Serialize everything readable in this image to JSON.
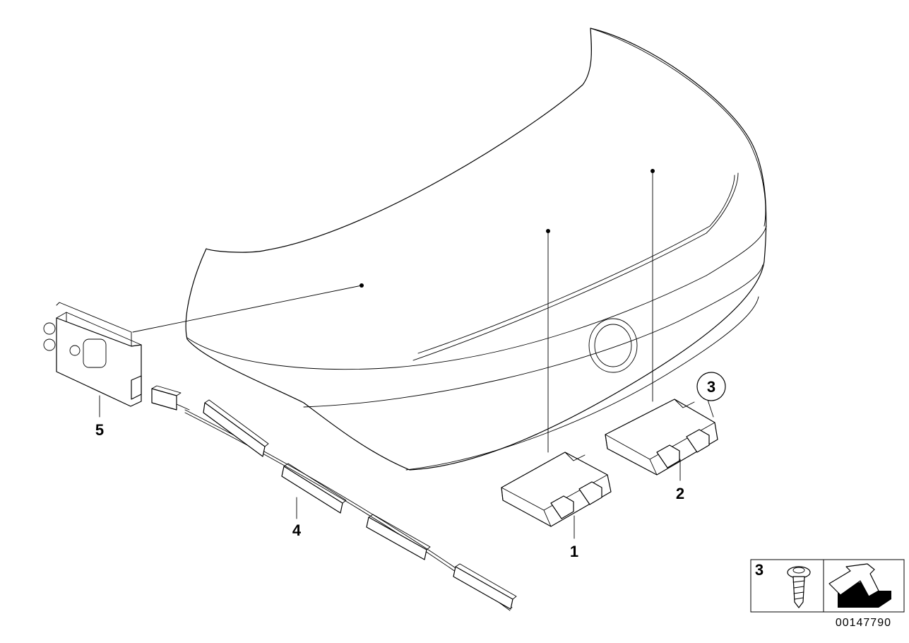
{
  "callouts": [
    {
      "id": "1",
      "label": "1"
    },
    {
      "id": "2",
      "label": "2"
    },
    {
      "id": "3",
      "label": "3"
    },
    {
      "id": "4",
      "label": "4"
    },
    {
      "id": "5",
      "label": "5"
    }
  ],
  "legend": {
    "part_number": "3"
  },
  "diagram_code": "00147790"
}
